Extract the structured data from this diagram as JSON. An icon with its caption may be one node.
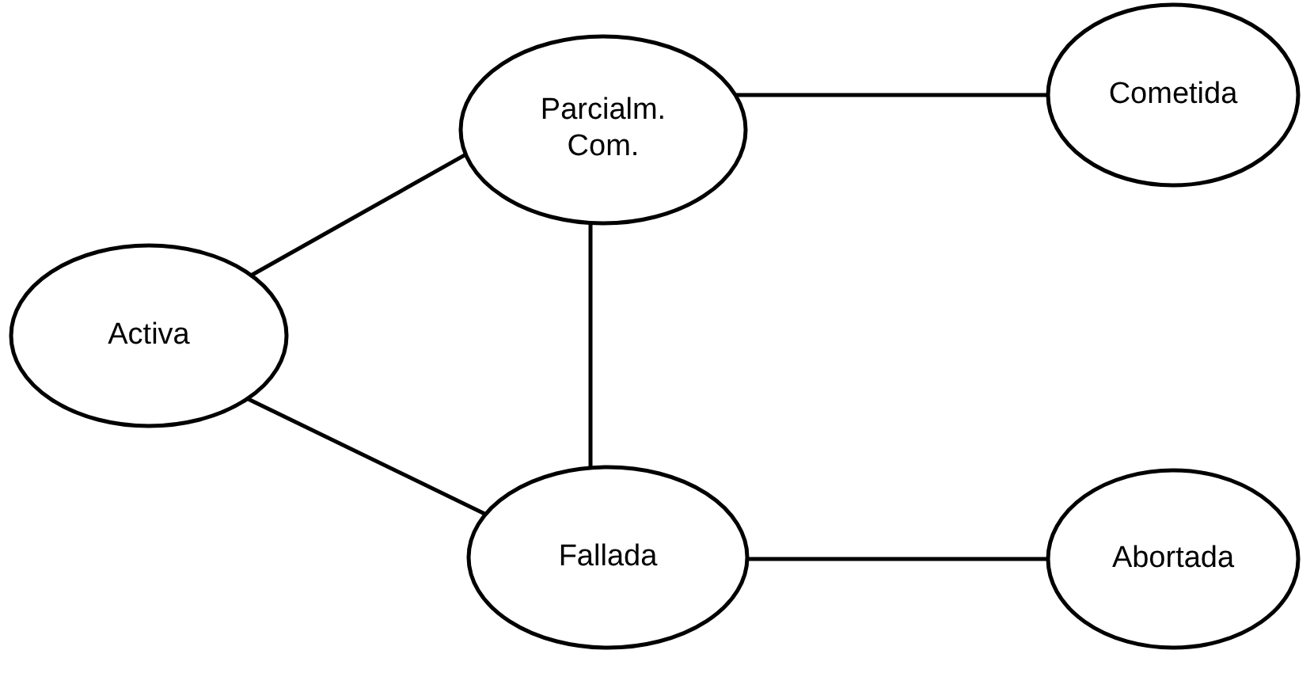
{
  "diagram": {
    "nodes": [
      {
        "text": [
          "Activa"
        ]
      },
      {
        "text": [
          "Parcialm. Com."
        ]
      },
      {
        "text": [
          "Cometida"
        ]
      },
      {
        "text": [
          "Fallada"
        ]
      },
      {
        "text": [
          "Abortada"
        ]
      }
    ],
    "edges": [
      {
        "from": 0,
        "to": 1,
        "arrow": "none"
      },
      {
        "from": 1,
        "to": 2,
        "arrow": "none"
      },
      {
        "from": 1,
        "to": 3,
        "arrow": "none"
      },
      {
        "from": 0,
        "to": 3,
        "arrow": "none"
      },
      {
        "from": 3,
        "to": 4,
        "arrow": "none"
      }
    ]
  }
}
